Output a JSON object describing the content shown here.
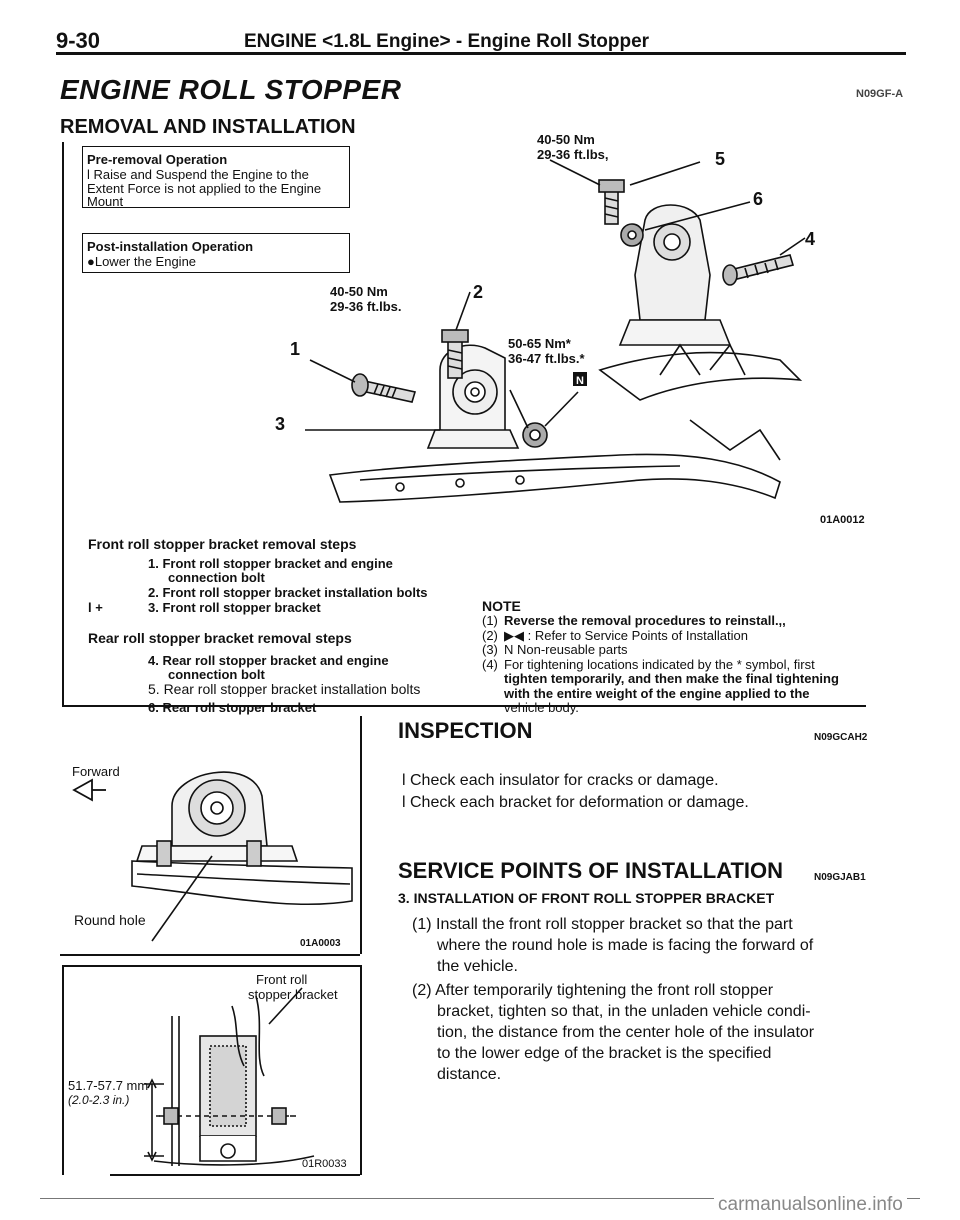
{
  "header": {
    "page_number": "9-30",
    "running_title": "ENGINE <1.8L Engine> - Engine Roll Stopper"
  },
  "section": {
    "title": "ENGINE ROLL STOPPER",
    "code": "N09GF-A"
  },
  "removal": {
    "title": "REMOVAL AND INSTALLATION",
    "pre_op": {
      "heading": "Pre-removal Operation",
      "line1": "l  Raise and Suspend the Engine to the",
      "line2": "Extent Force is not applied to the Engine",
      "line3": "Mount"
    },
    "post_op": {
      "heading": "Post-installation Operation",
      "line1": "●Lower the Engine"
    },
    "figure": {
      "torque_top_nm": "40-50 Nm",
      "torque_top_ft": "29-36 ft.lbs,",
      "torque_mid_nm": "40-50 Nm",
      "torque_mid_ft": "29-36 ft.lbs.",
      "torque_star_nm": "50-65 Nm*",
      "torque_star_ft": "36-47 ft.lbs.*",
      "callouts": [
        "1",
        "2",
        "3",
        "4",
        "5",
        "6"
      ],
      "n_mark": "N",
      "code": "01A0012"
    },
    "front_steps": {
      "heading": "Front roll stopper bracket removal steps",
      "items": [
        {
          "prefix": "",
          "text": "1. Front roll stopper bracket and engine"
        },
        {
          "prefix": "",
          "text": "connection bolt"
        },
        {
          "prefix": "",
          "text": "2. Front roll stopper bracket installation bolts"
        },
        {
          "prefix": "l  +",
          "text": "3. Front roll stopper bracket"
        }
      ]
    },
    "rear_steps": {
      "heading": "Rear roll stopper bracket removal steps",
      "items": [
        "4. Rear roll stopper bracket and engine",
        "connection bolt",
        "5. Rear roll stopper bracket installation bolts",
        "6. Rear roll stopper bracket"
      ]
    },
    "note": {
      "heading": "NOTE",
      "lines": [
        {
          "num": "(1)",
          "text": "Reverse the removal procedures to reinstall.,,"
        },
        {
          "num": "(2)",
          "text": "▶◀ : Refer to Service Points of Installation"
        },
        {
          "num": "(3)",
          "text": "N  Non-reusable parts"
        },
        {
          "num": "(4)",
          "text": "For tightening locations indicated by the * symbol, first"
        },
        {
          "num": "",
          "text": "tighten temporarily, and then make the final tightening"
        },
        {
          "num": "",
          "text": "with the entire weight of the engine applied to the"
        },
        {
          "num": "",
          "text": "vehicle body."
        }
      ]
    }
  },
  "figure_left_top": {
    "label_forward": "Forward",
    "label_round_hole": "Round hole",
    "code": "01A0003"
  },
  "figure_left_bottom": {
    "label_bracket_1": "Front roll",
    "label_bracket_2": "stopper bracket",
    "dim_mm": "51.7-57.7 mm",
    "dim_in": "(2.0-2.3 in.)",
    "code": "01R0033"
  },
  "inspection": {
    "title": "INSPECTION",
    "code": "N09GCAH2",
    "items": [
      "l  Check each insulator for cracks or damage.",
      "l  Check each bracket for deformation or damage."
    ]
  },
  "service": {
    "title": "SERVICE POINTS OF INSTALLATION",
    "code": "N09GJAB1",
    "subheading": "3. INSTALLATION OF FRONT ROLL STOPPER BRACKET",
    "para1": [
      "(1) Install the front roll stopper bracket so that the part",
      "where the round hole is made is facing the forward of",
      "the vehicle."
    ],
    "para2": [
      "(2) After temporarily tightening the front roll stopper",
      "bracket, tighten so that, in the unladen vehicle condi-",
      "tion, the distance from the center hole of the insulator",
      "to the lower edge of the bracket is the specified",
      "distance."
    ]
  },
  "footer": {
    "watermark": "carmanualsonline.info"
  },
  "colors": {
    "ink": "#111111",
    "paper": "#ffffff",
    "gray": "#888888"
  }
}
